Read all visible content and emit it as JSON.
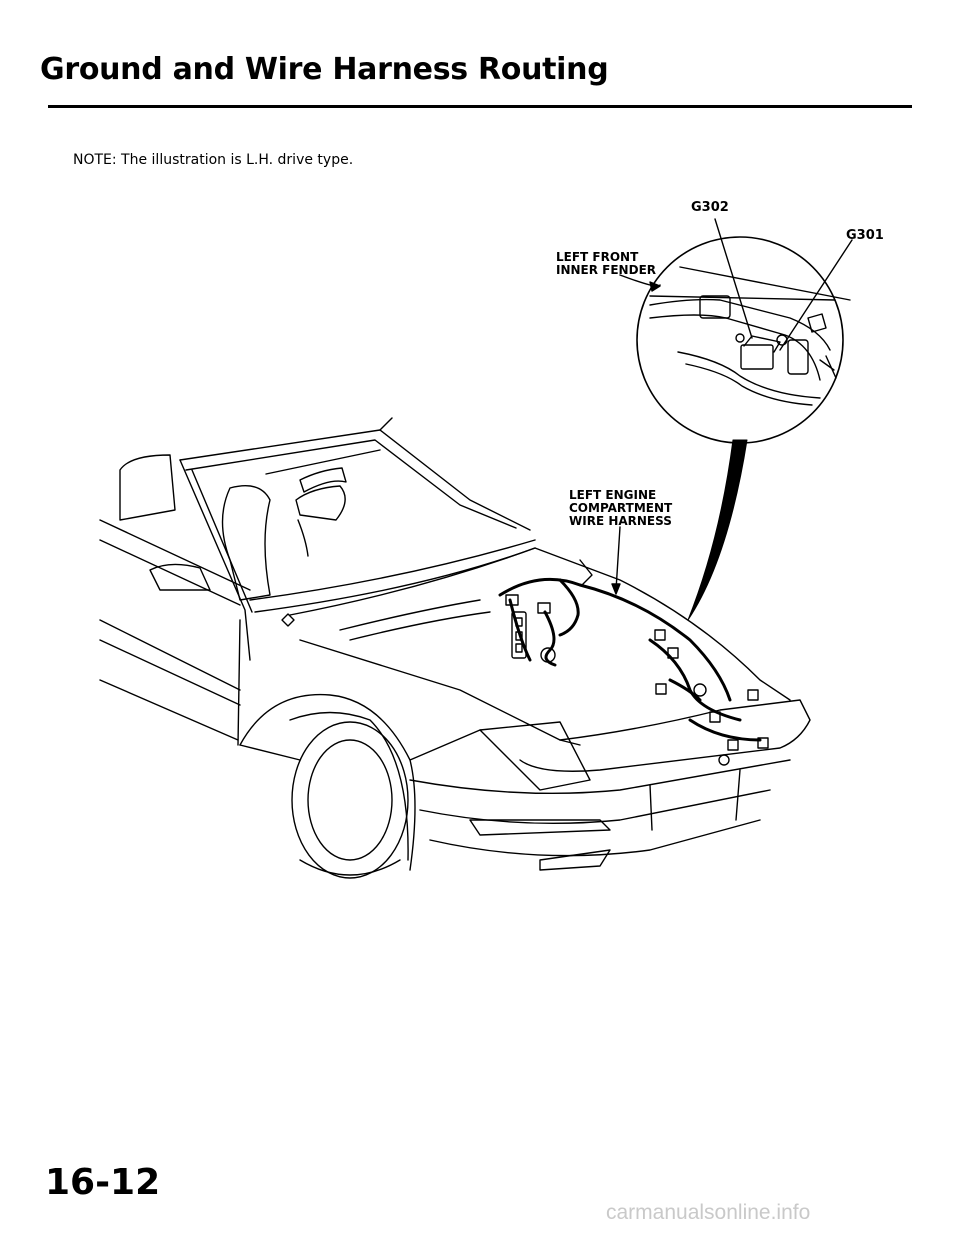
{
  "header": {
    "title": "Ground and Wire Harness Routing"
  },
  "note": "NOTE: The illustration is L.H. drive type.",
  "callouts": {
    "g302": "G302",
    "g301": "G301",
    "fender_line1": "LEFT FRONT",
    "fender_line2": "INNER FENDER",
    "harness_line1": "LEFT ENGINE",
    "harness_line2": "COMPARTMENT",
    "harness_line3": "WIRE HARNESS"
  },
  "footer": {
    "page_number": "16-12",
    "watermark": "carmanualsonline.info"
  }
}
